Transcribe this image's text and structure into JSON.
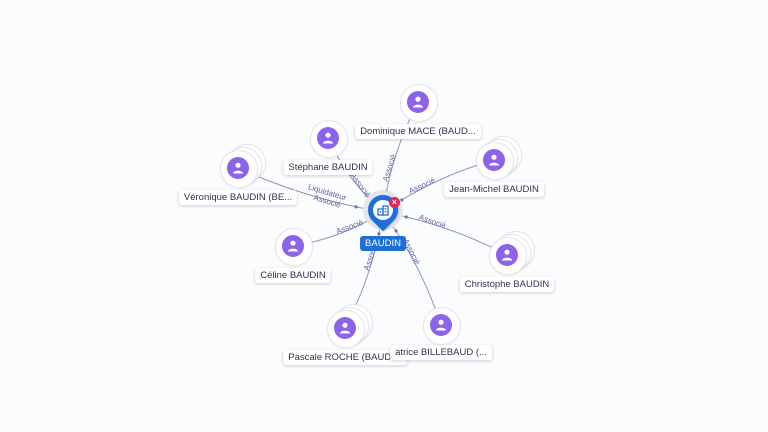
{
  "center": {
    "label": "BAUDIN",
    "icon": "company-building-icon",
    "close_icon": "close-icon",
    "close_glyph": "×",
    "accent": "#1e6fd9",
    "badge_color": "#e0245e"
  },
  "people": [
    {
      "id": "veronique",
      "label": "Véronique BAUDIN (BE...",
      "icon": "person-icon",
      "stacked": true
    },
    {
      "id": "stephane",
      "label": "Stéphane BAUDIN",
      "icon": "person-icon",
      "stacked": false
    },
    {
      "id": "dominique",
      "label": "Dominique MACE (BAUD...",
      "icon": "person-icon",
      "stacked": false
    },
    {
      "id": "jean-michel",
      "label": "Jean-Michel BAUDIN",
      "icon": "person-icon",
      "stacked": true
    },
    {
      "id": "christophe",
      "label": "Christophe BAUDIN",
      "icon": "person-icon",
      "stacked": true
    },
    {
      "id": "celine",
      "label": "Céline BAUDIN",
      "icon": "person-icon",
      "stacked": false
    },
    {
      "id": "pascale",
      "label": "Pascale ROCHE (BAUDI...",
      "icon": "person-icon",
      "stacked": true
    },
    {
      "id": "beatrice",
      "label": "atrice BILLEBAUD (...",
      "icon": "person-icon",
      "stacked": false
    }
  ],
  "edges": [
    {
      "from": "veronique",
      "labels": [
        "Liquidateur",
        "Associé"
      ]
    },
    {
      "from": "stephane",
      "labels": [
        "Associé"
      ]
    },
    {
      "from": "dominique",
      "labels": [
        "Associé"
      ]
    },
    {
      "from": "jean-michel",
      "labels": [
        "Associé"
      ]
    },
    {
      "from": "christophe",
      "labels": [
        "Associé"
      ]
    },
    {
      "from": "celine",
      "labels": [
        "Associé"
      ]
    },
    {
      "from": "pascale",
      "labels": [
        "Associé"
      ]
    },
    {
      "from": "beatrice",
      "labels": [
        "Associé"
      ]
    }
  ],
  "colors": {
    "person_dot": "#8e63ec",
    "edge": "#8f96b8",
    "edge_label": "#5a63a6"
  }
}
